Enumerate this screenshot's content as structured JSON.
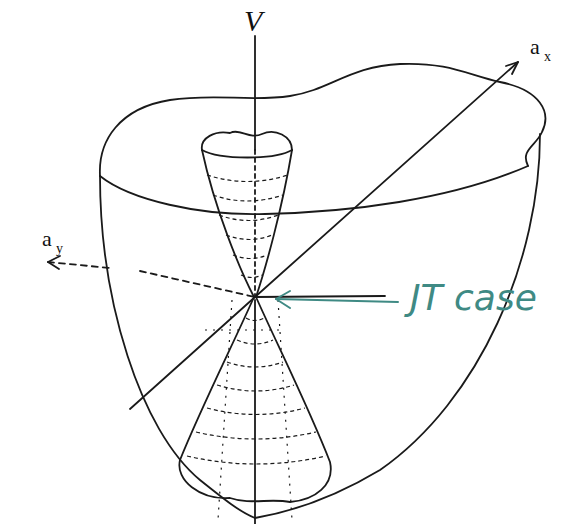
{
  "diagram": {
    "labels": [
      "V",
      "a",
      "x",
      "a",
      "y",
      "JT case"
    ]
  }
}
